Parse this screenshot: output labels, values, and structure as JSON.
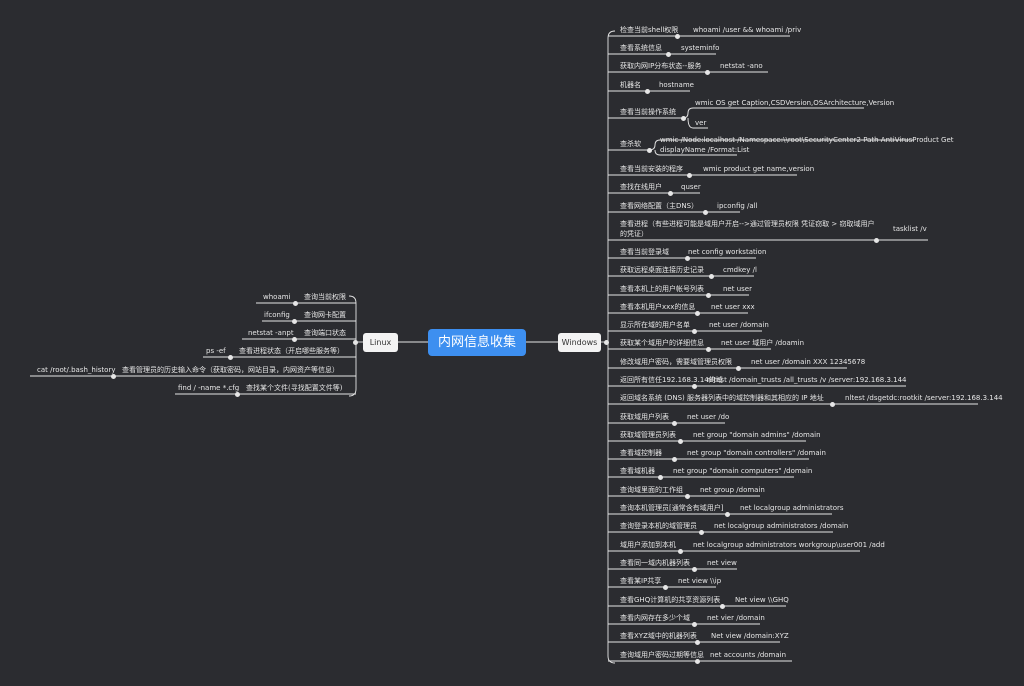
{
  "root": "内网信息收集",
  "linux": {
    "label": "Linux",
    "items": [
      {
        "label": "查询当前权限",
        "cmd": "whoami"
      },
      {
        "label": "查询网卡配置",
        "cmd": "ifconfig"
      },
      {
        "label": "查询端口状态",
        "cmd": "netstat -anpt"
      },
      {
        "label": "查看进程状态（开启哪些服务等）",
        "cmd": "ps -ef"
      },
      {
        "label": "查看管理员的历史输入命令（获取密码，网站目录，内网资产等信息）",
        "cmd": "cat /root/.bash_history"
      },
      {
        "label": "查找某个文件(寻找配置文件等)",
        "cmd": "find / -name *.cfg"
      }
    ]
  },
  "windows": {
    "label": "Windows",
    "items": [
      {
        "label": "检查当前shell权限",
        "cmd": "whoami /user && whoami /priv"
      },
      {
        "label": "查看系统信息",
        "cmd": "systeminfo"
      },
      {
        "label": "获取内网IP分布状态--服务",
        "cmd": "netstat -ano"
      },
      {
        "label": "机器名",
        "cmd": "hostname"
      },
      {
        "label": "查看当前操作系统",
        "cmd": "wmic OS get Caption,CSDVersion,OSArchitecture,Version",
        "cmd2": "ver"
      },
      {
        "label": "查杀软",
        "cmd": "wmic /Node:localhost /Namespace:\\\\root\\SecurityCenter2 Path AntiVirusProduct Get",
        "cmd2": "displayName /Format:List"
      },
      {
        "label": "查看当前安装的程序",
        "cmd": "wmic product get name,version"
      },
      {
        "label": "查找在线用户",
        "cmd": "quser"
      },
      {
        "label": "查看网络配置（主DNS）",
        "cmd": "ipconfig /all"
      },
      {
        "label": "查看进程（有些进程可能是域用户开启-->通过管理员权限 凭证窃取 > 窃取域用户",
        "label2": "的凭证）",
        "cmd": "tasklist /v"
      },
      {
        "label": "查看当前登录域",
        "cmd": "net config workstation"
      },
      {
        "label": "获取远程桌面连接历史记录",
        "cmd": "cmdkey /l"
      },
      {
        "label": "查看本机上的用户帐号列表",
        "cmd": "net user"
      },
      {
        "label": "查看本机用户xxx的信息",
        "cmd": "net user xxx"
      },
      {
        "label": "显示所在域的用户名单",
        "cmd": "net user /domain"
      },
      {
        "label": "获取某个域用户的详细信息",
        "cmd": "net user 域用户 /doamin"
      },
      {
        "label": "修改域用户密码，需要域管理员权限",
        "cmd": "net user /domain XXX 12345678"
      },
      {
        "label": "返回所有信任192.168.3.14的域",
        "cmd": "nltest /domain_trusts /all_trusts /v /server:192.168.3.144"
      },
      {
        "label": "返回域名系统 (DNS) 服务器列表中的域控制器和其相应的 IP 地址",
        "cmd": "nltest /dsgetdc:rootkit /server:192.168.3.144"
      },
      {
        "label": "获取域用户列表",
        "cmd": "net user /do"
      },
      {
        "label": "获取域管理员列表",
        "cmd": "net group \"domain admins\" /domain"
      },
      {
        "label": "查看域控制器",
        "cmd": "net group \"domain controllers\" /domain"
      },
      {
        "label": "查看域机器",
        "cmd": "net group \"domain computers\" /domain"
      },
      {
        "label": "查询域里面的工作组",
        "cmd": "net group /domain"
      },
      {
        "label": "查询本机管理员[通常含有域用户]",
        "cmd": "net localgroup administrators"
      },
      {
        "label": "查询登录本机的域管理员",
        "cmd": "net localgroup administrators /domain"
      },
      {
        "label": "域用户添加到本机",
        "cmd": "net localgroup administrators workgroup\\user001 /add"
      },
      {
        "label": "查看同一域内机器列表",
        "cmd": "net view"
      },
      {
        "label": "查看某IP共享",
        "cmd": "net view \\\\ip"
      },
      {
        "label": "查看GHQ计算机的共享资源列表",
        "cmd": "Net view \\\\GHQ"
      },
      {
        "label": "查看内网存在多少个域",
        "cmd": "net vier /domain"
      },
      {
        "label": "查看XYZ域中的机器列表",
        "cmd": "Net view /domain:XYZ"
      },
      {
        "label": "查询域用户密码过期等信息",
        "cmd": "net accounts /domain"
      }
    ]
  }
}
